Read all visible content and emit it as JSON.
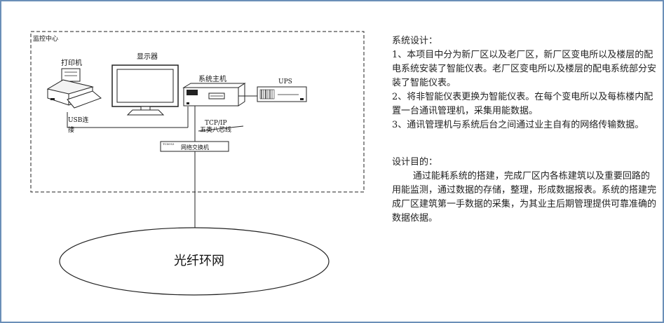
{
  "diagram": {
    "monitoring_center": "监控中心",
    "printer": "打印机",
    "display": "显示器",
    "host": "系统主机",
    "ups": "UPS",
    "usb_line_1": "USB连",
    "usb_line_2": "接",
    "protocol": "TCP/IP",
    "cable": "五类八芯线",
    "switch_tag": "TCM-S3",
    "switch": "网络交换机",
    "ring": "光纤环网"
  },
  "text": {
    "design_title": "系统设计：",
    "design_points": [
      "1、本项目中分为新厂区以及老厂区，新厂区变电所以及楼层的配电系统安装了智能仪表。老厂区变电所以及楼层的配电系统部分安装了智能仪表。",
      "2、将非智能仪表更换为智能仪表。在每个变电所以及每栋楼内配置一台通讯管理机，采集用能数据。",
      "3、通讯管理机与系统后台之间通过业主自有的网络传输数据。"
    ],
    "goal_title": "设计目的：",
    "goal_body": "通过能耗系统的搭建，完成厂区内各栋建筑以及重要回路的用能监测，通过数据的存储，整理，形成数据报表。系统的搭建完成厂区建筑第一手数据的采集，为其业主后期管理提供可靠准确的数据依据。"
  },
  "colors": {
    "frame_border": "#6b8fb8",
    "line": "#222222"
  }
}
